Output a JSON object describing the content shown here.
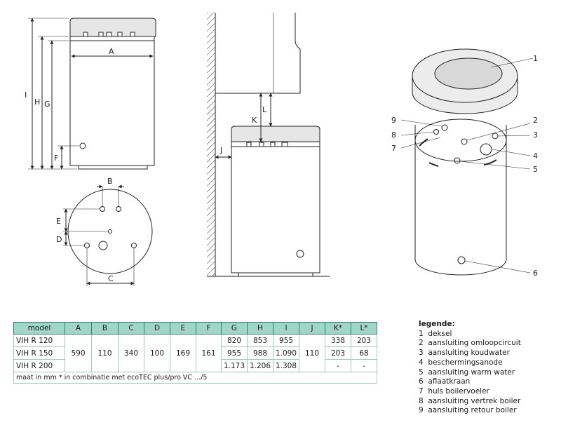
{
  "dimension_labels": {
    "a": "A",
    "b": "B",
    "c": "C",
    "d": "D",
    "e": "E",
    "f": "F",
    "g": "G",
    "h": "H",
    "i": "I",
    "j": "J",
    "k": "K",
    "l": "L"
  },
  "callouts": [
    "1",
    "2",
    "3",
    "4",
    "5",
    "6",
    "7",
    "8",
    "9"
  ],
  "table": {
    "headers": [
      "model",
      "A",
      "B",
      "C",
      "D",
      "E",
      "F",
      "G",
      "H",
      "I",
      "J",
      "K*",
      "L*"
    ],
    "models": [
      "VIH R 120",
      "VIH R 150",
      "VIH R 200"
    ],
    "shared": {
      "A": "590",
      "B": "110",
      "C": "340",
      "D": "100",
      "E": "169",
      "F": "161",
      "J": "110"
    },
    "rows": [
      {
        "G": "820",
        "H": "853",
        "I": "955",
        "K": "338",
        "L": "203"
      },
      {
        "G": "955",
        "H": "988",
        "I": "1.090",
        "K": "203",
        "L": "68"
      },
      {
        "G": "1.173",
        "H": "1.206",
        "I": "1.308",
        "K": "-",
        "L": "-"
      }
    ],
    "footnote": "maat in mm   * in combinatie met ecoTEC plus/pro VC .../5"
  },
  "legend": {
    "title": "legende:",
    "items": [
      {
        "n": "1",
        "text": "deksel"
      },
      {
        "n": "2",
        "text": "aansluiting omloopcircuit"
      },
      {
        "n": "3",
        "text": "aansluiting koudwater"
      },
      {
        "n": "4",
        "text": "beschermingsanode"
      },
      {
        "n": "5",
        "text": "aansluiting warm water"
      },
      {
        "n": "6",
        "text": "aflaatkraan"
      },
      {
        "n": "7",
        "text": "huls boilervoeler"
      },
      {
        "n": "8",
        "text": "aansluiting vertrek boiler"
      },
      {
        "n": "9",
        "text": "aansluiting retour boiler"
      }
    ]
  },
  "colors": {
    "table_header": "#9fd6c8",
    "table_border": "#3a7d6e",
    "line": "#222222",
    "cap_fill": "#e6e6e6"
  }
}
